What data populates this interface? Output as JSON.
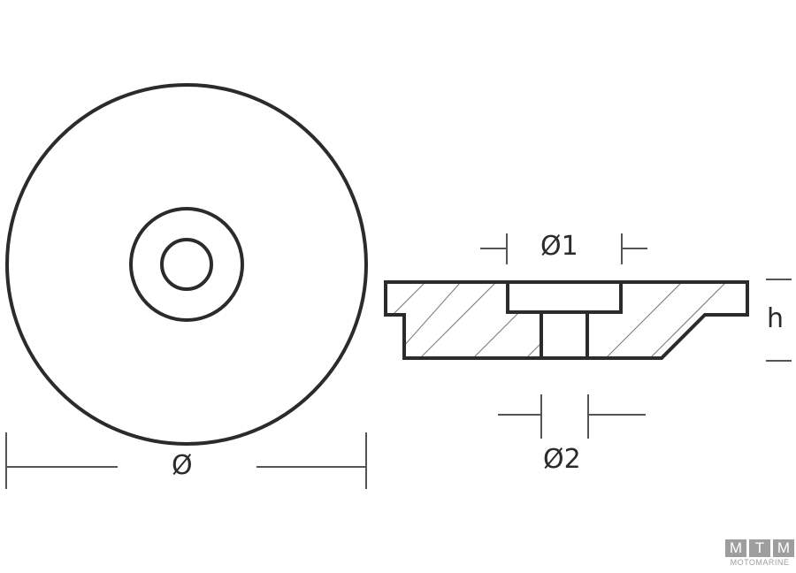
{
  "diagram": {
    "top_view": {
      "label": "Ø"
    },
    "section_view": {
      "dim_top_diameter": "Ø1",
      "dim_bottom_diameter": "Ø2",
      "dim_height": "h"
    }
  },
  "logo": {
    "letters": [
      "M",
      "T",
      "M"
    ],
    "text": "MOTOMARINE"
  },
  "colors": {
    "line": "#2b2b2b",
    "dim": "#555555",
    "logo": "#9e9e9e"
  }
}
